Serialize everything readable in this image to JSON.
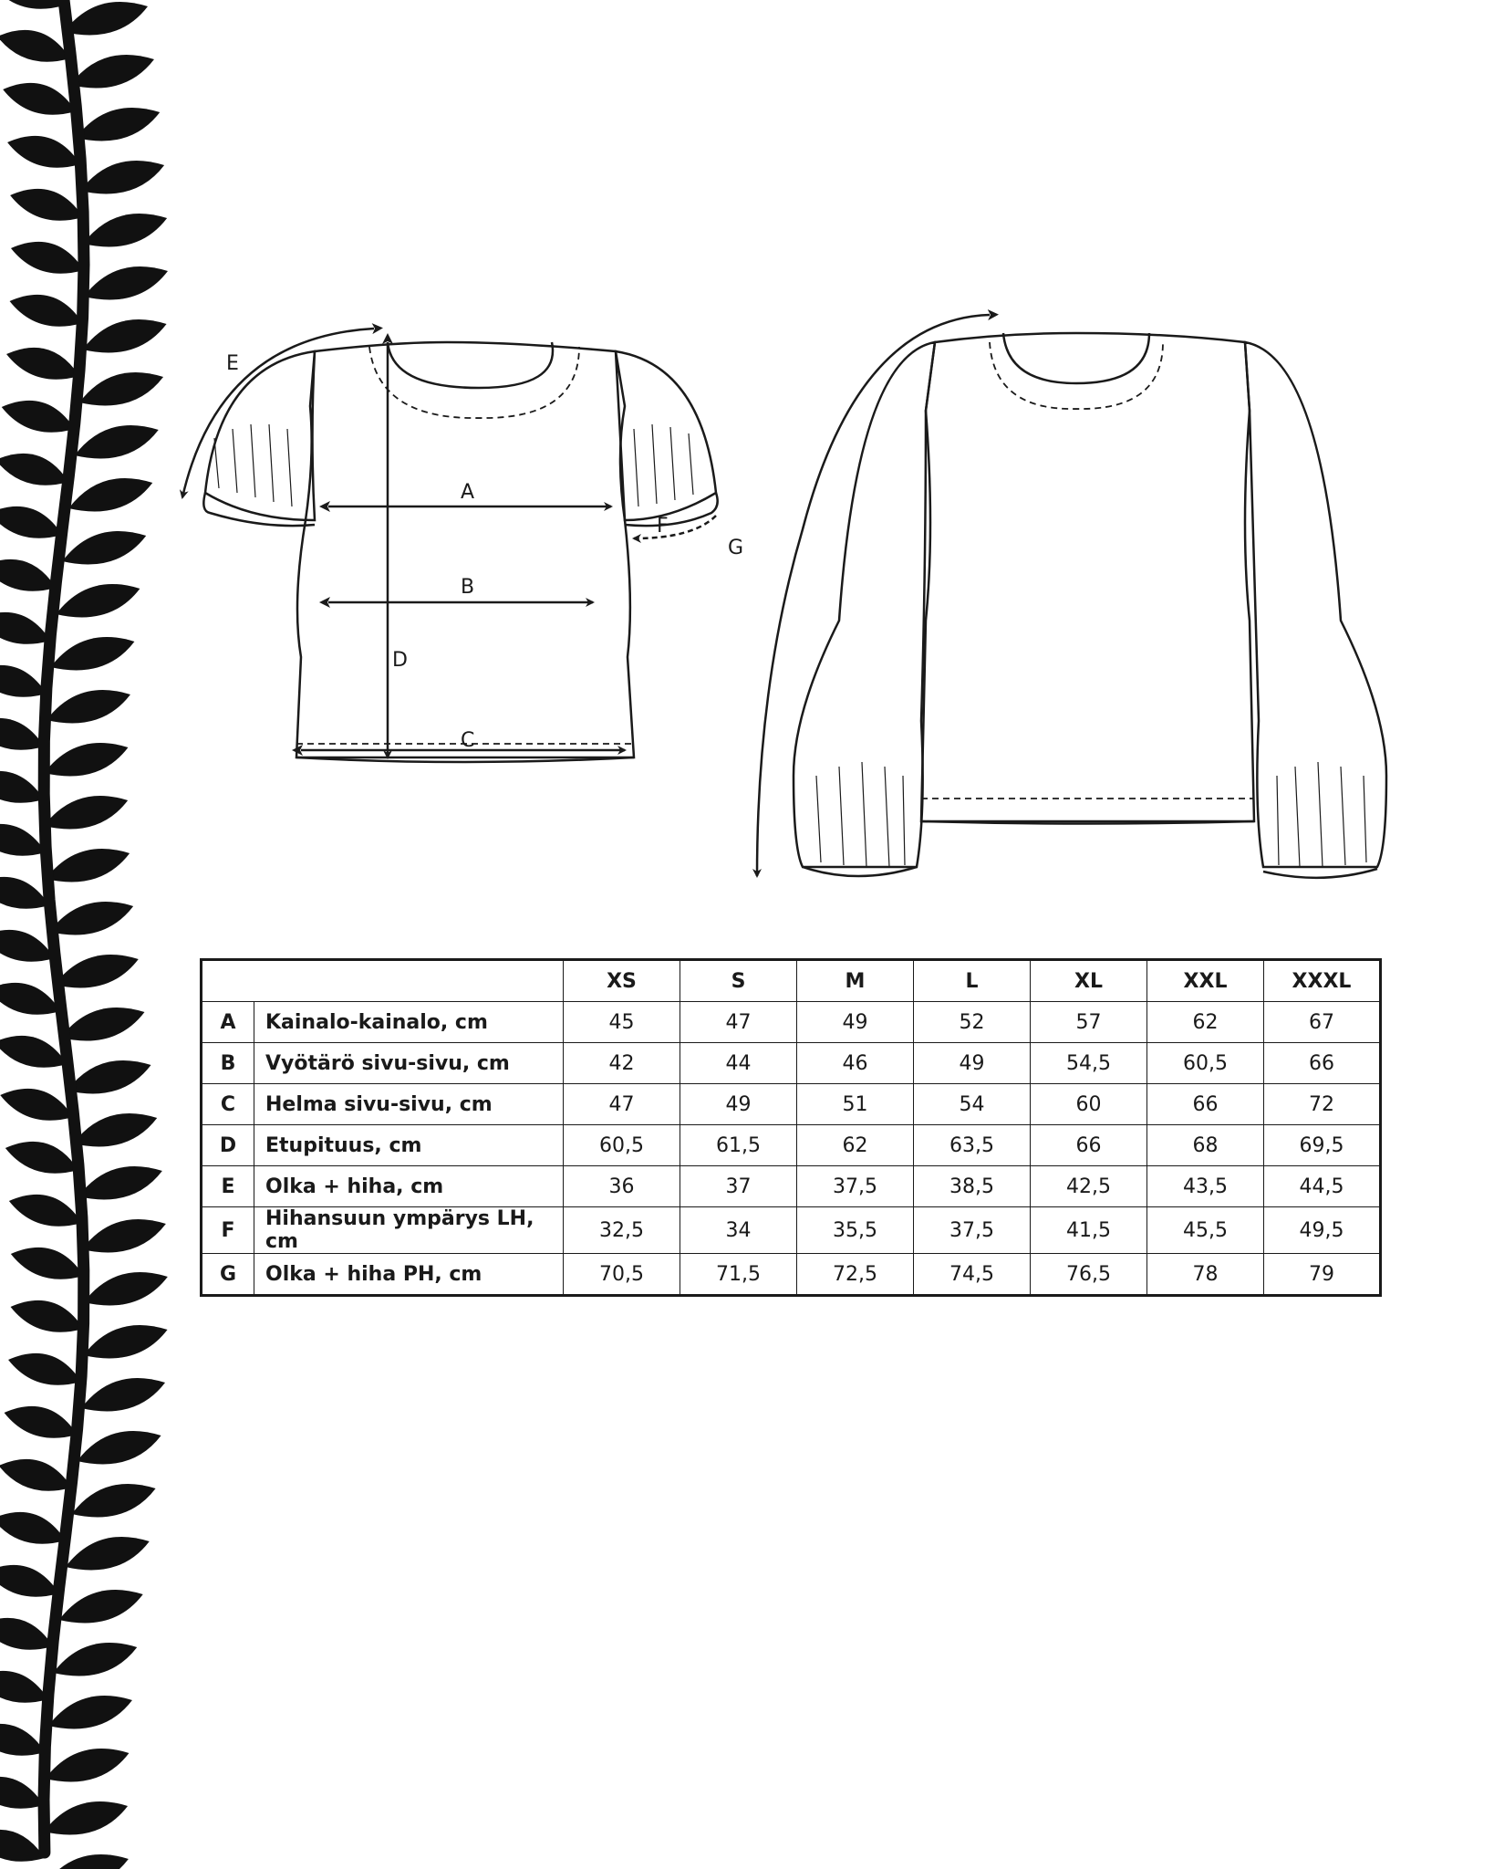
{
  "diagram_labels": {
    "A": "A",
    "B": "B",
    "C": "C",
    "D": "D",
    "E": "E",
    "F": "F",
    "G": "G"
  },
  "table": {
    "sizes": [
      "XS",
      "S",
      "M",
      "L",
      "XL",
      "XXL",
      "XXXL"
    ],
    "rows": [
      {
        "letter": "A",
        "name": "Kainalo-kainalo, cm",
        "values": [
          "45",
          "47",
          "49",
          "52",
          "57",
          "62",
          "67"
        ]
      },
      {
        "letter": "B",
        "name": "Vyötärö sivu-sivu, cm",
        "values": [
          "42",
          "44",
          "46",
          "49",
          "54,5",
          "60,5",
          "66"
        ]
      },
      {
        "letter": "C",
        "name": "Helma sivu-sivu, cm",
        "values": [
          "47",
          "49",
          "51",
          "54",
          "60",
          "66",
          "72"
        ]
      },
      {
        "letter": "D",
        "name": "Etupituus, cm",
        "values": [
          "60,5",
          "61,5",
          "62",
          "63,5",
          "66",
          "68",
          "69,5"
        ]
      },
      {
        "letter": "E",
        "name": "Olka + hiha, cm",
        "values": [
          "36",
          "37",
          "37,5",
          "38,5",
          "42,5",
          "43,5",
          "44,5"
        ]
      },
      {
        "letter": "F",
        "name": "Hihansuun ympärys LH, cm",
        "values": [
          "32,5",
          "34",
          "35,5",
          "37,5",
          "41,5",
          "45,5",
          "49,5"
        ]
      },
      {
        "letter": "G",
        "name": "Olka + hiha PH, cm",
        "values": [
          "70,5",
          "71,5",
          "72,5",
          "74,5",
          "76,5",
          "78",
          "79"
        ]
      }
    ]
  }
}
